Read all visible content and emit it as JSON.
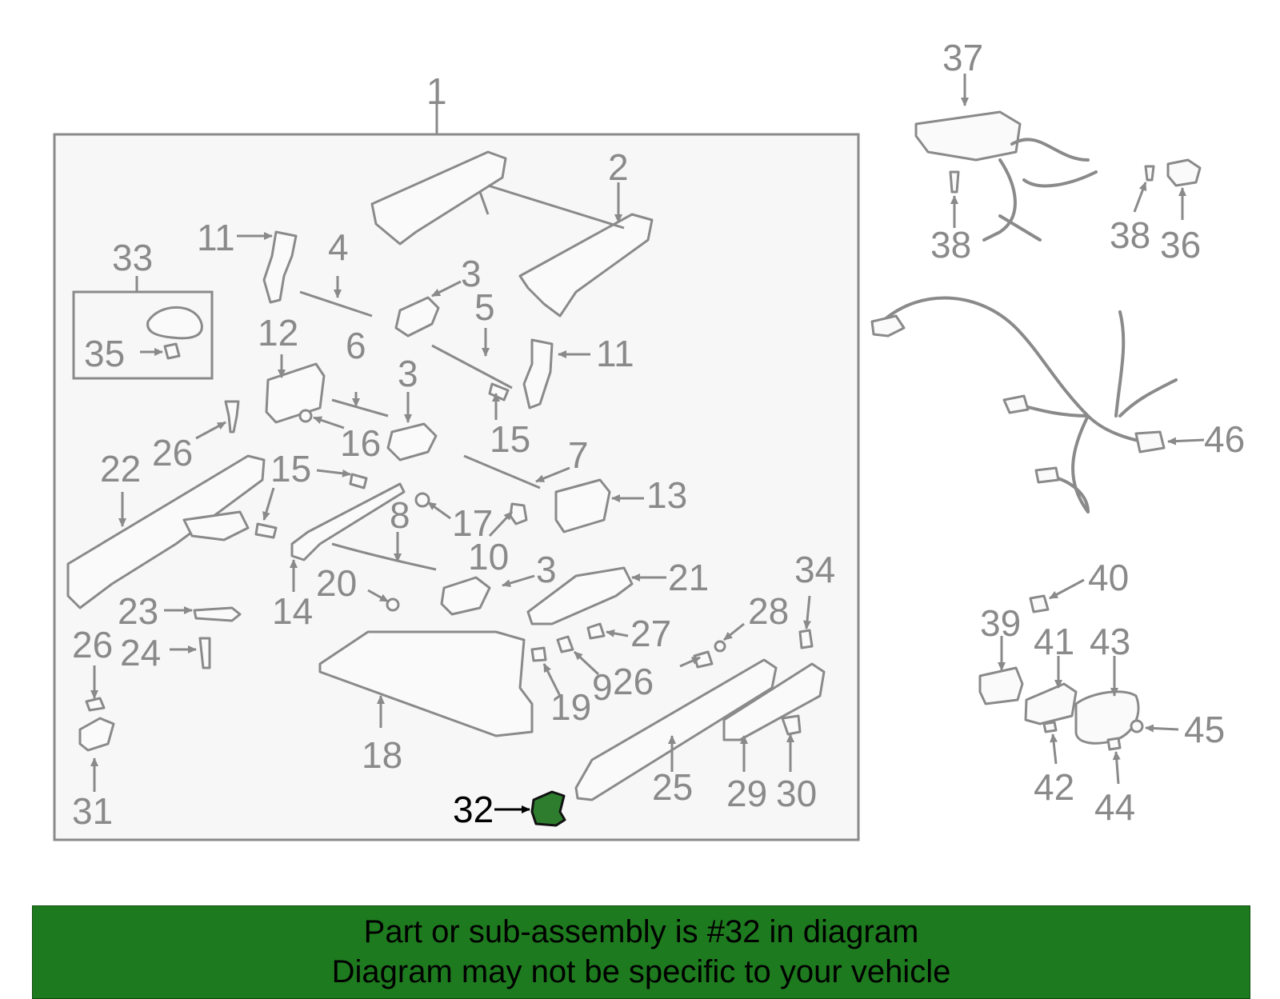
{
  "diagram": {
    "assembly_label": "1",
    "highlight_color": "#2e7d2e",
    "labels": {
      "l1": "1",
      "l2": "2",
      "l3a": "3",
      "l3b": "3",
      "l3c": "3",
      "l4": "4",
      "l5": "5",
      "l6": "6",
      "l7": "7",
      "l8": "8",
      "l9": "9",
      "l10": "10",
      "l11a": "11",
      "l11b": "11",
      "l12": "12",
      "l13": "13",
      "l14": "14",
      "l15a": "15",
      "l15b": "15",
      "l16": "16",
      "l17": "17",
      "l18": "18",
      "l19": "19",
      "l20": "20",
      "l21": "21",
      "l22": "22",
      "l23": "23",
      "l24": "24",
      "l25": "25",
      "l26a": "26",
      "l26b": "26",
      "l26c": "26",
      "l27": "27",
      "l28": "28",
      "l29": "29",
      "l30": "30",
      "l31": "31",
      "l32": "32",
      "l33": "33",
      "l34": "34",
      "l35": "35",
      "l36": "36",
      "l37": "37",
      "l38a": "38",
      "l38b": "38",
      "l39": "39",
      "l40": "40",
      "l41": "41",
      "l42": "42",
      "l43": "43",
      "l44": "44",
      "l45": "45",
      "l46": "46"
    }
  },
  "banner": {
    "color": "#1e7a1e",
    "line1": "Part or sub-assembly is #32 in diagram",
    "line2": "Diagram may not be specific to your vehicle"
  }
}
